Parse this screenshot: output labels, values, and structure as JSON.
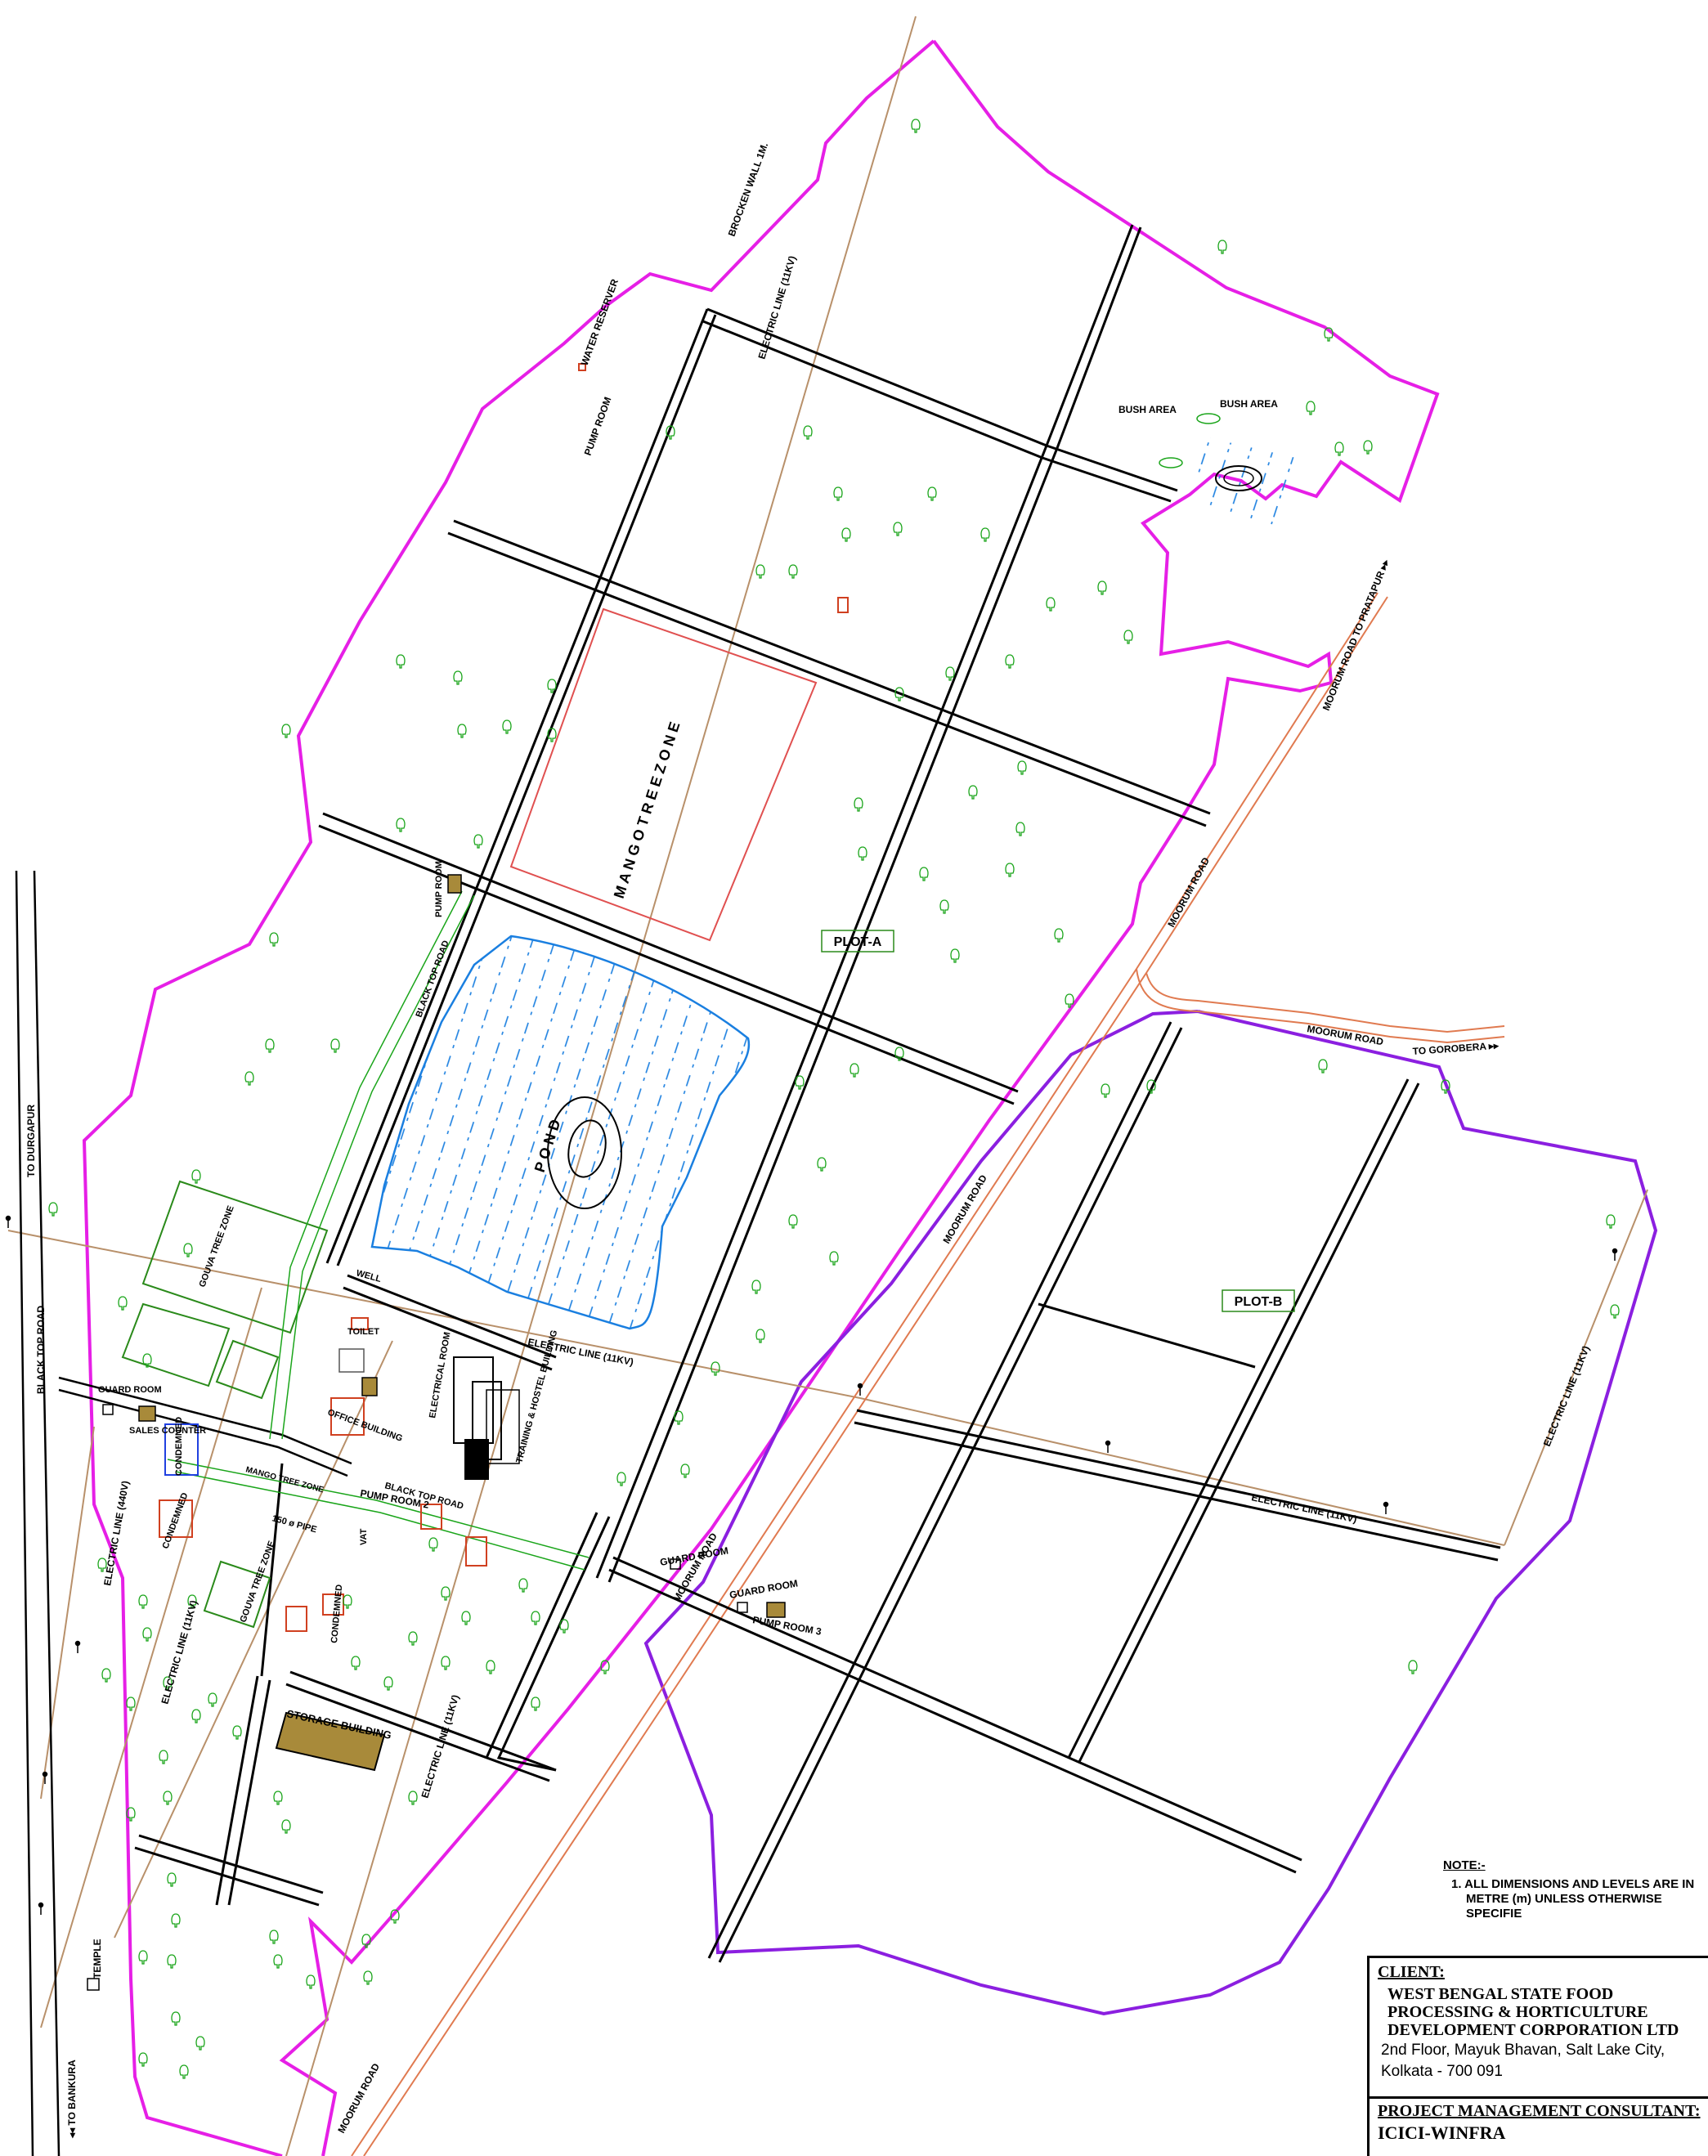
{
  "colors": {
    "boundary": "#e61fe6",
    "boundary_b": "#8b1fe0",
    "road": "#000000",
    "electric_line": "#b8906a",
    "moorum_road": "#e07a50",
    "pond": "#1a7fe0",
    "tree": "#1aa51a",
    "zone_red": "#e05050",
    "zone_green": "#2a8a1a",
    "building_red": "#d04020",
    "storage_fill": "#a88a3a"
  },
  "labels": {
    "plot_a": "PLOT-A",
    "plot_b": "PLOT-B",
    "mango_zone": "M A N G O   T R E E   Z O N E",
    "pond": "P O N D",
    "bush_area_1": "BUSH AREA",
    "bush_area_2": "BUSH AREA",
    "brocken_wall": "BROCKEN WALL 1M.",
    "water_reserver": "WATER RESERVER",
    "pump_room_top": "PUMP ROOM",
    "electric_line_top": "ELECTRIC LINE (11KV)",
    "electric_line_mid": "ELECTRIC LINE (11KV)",
    "electric_line_right": "ELECTRIC LINE (11KV)",
    "electric_line_plotb": "ELECTRIC LINE (11KV)",
    "electric_line_440": "ELECTRIC LINE (440V)",
    "electric_line_left": "ELECTRIC LINE (11KV)",
    "electric_line_bottom": "ELECTRIC LINE (11KV)",
    "moorum_road_pratapur": "MOORUM ROAD TO PRATAPUR ▸▸",
    "moorum_road_1": "MOORUM ROAD",
    "moorum_road_2": "MOORUM ROAD",
    "moorum_road_3": "MOORUM ROAD",
    "moorum_road_4": "MOORUM ROAD",
    "moorum_road_gorobera": "MOORUM ROAD",
    "to_gorobera": "TO GOROBERA ▸▸",
    "to_durgapur": "TO DURGAPUR",
    "black_top_road_left": "BLACK TOP ROAD",
    "to_bankura": "◂◂ TO BANKURA",
    "temple": "TEMPLE",
    "pump_room_1": "PUMP ROOM",
    "pump_room_2": "PUMP ROOM 2",
    "pump_room_3": "PUMP ROOM 3",
    "guard_room_1": "GUARD ROOM",
    "guard_room_2": "GUARD ROOM",
    "guard_room_3": "GUARD ROOM",
    "sales_counter": "SALES COUNTER",
    "toilet": "TOILET",
    "office_building": "OFFICE BUILDING",
    "electrical_room": "ELECTRICAL ROOM",
    "training_hostel": "TRAINING & HOSTEL BUILDING",
    "storage_building": "STORAGE BUILDING",
    "black_top_road_mid": "BLACK TOP ROAD",
    "black_top_road_inner": "BLACK TOP ROAD",
    "well": "WELL",
    "gouva_tree_zone_1": "GOUVA TREE ZONE",
    "gouva_tree_zone_2": "GOUVA TREE ZONE",
    "mango_tree_zone_small": "MANGO TREE ZONE",
    "condemned_1": "CONDEMNED",
    "condemned_2": "CONDEMNED",
    "condemned_3": "CONDEMNED",
    "pipe": "150 ø PIPE",
    "vat": "VAT"
  },
  "note": {
    "title": "NOTE:-",
    "line1": "1. ALL DIMENSIONS AND LEVELS ARE IN",
    "line2": "METRE (m) UNLESS OTHERWISE SPECIFIE"
  },
  "title_block": {
    "client_label": "CLIENT:",
    "client_line1": "WEST BENGAL STATE FOOD",
    "client_line2": "PROCESSING & HORTICULTURE",
    "client_line3": "DEVELOPMENT CORPORATION LTD",
    "address_line1": "2nd Floor, Mayuk Bhavan, Salt Lake City,",
    "address_line2": "Kolkata - 700 091",
    "pmc_label": "PROJECT MANAGEMENT CONSULTANT:",
    "pmc_name": "ICICI-WINFRA"
  }
}
